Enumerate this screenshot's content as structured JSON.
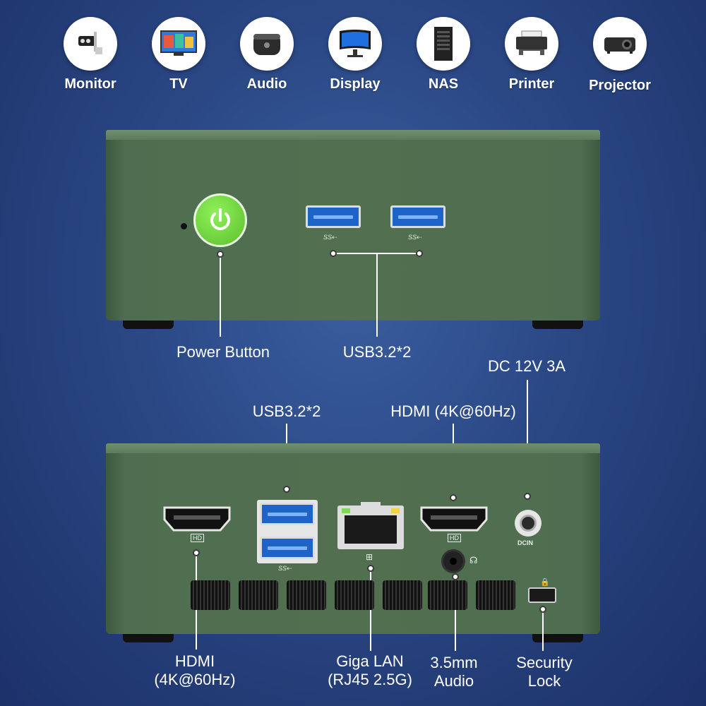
{
  "devices": [
    {
      "label": "Monitor",
      "icon": "camera-icon"
    },
    {
      "label": "TV",
      "icon": "tv-icon"
    },
    {
      "label": "Audio",
      "icon": "speaker-icon"
    },
    {
      "label": "Display",
      "icon": "display-icon"
    },
    {
      "label": "NAS",
      "icon": "nas-icon"
    },
    {
      "label": "Printer",
      "icon": "printer-icon"
    },
    {
      "label": "Projector",
      "icon": "projector-icon"
    }
  ],
  "front_panel": {
    "power_label": "Power Button",
    "usb_label": "USB3.2*2"
  },
  "back_panel": {
    "dc_label": "DC 12V 3A",
    "usb_label": "USB3.2*2",
    "hdmi_top_label": "HDMI (4K@60Hz)",
    "hdmi_left_label_1": "HDMI",
    "hdmi_left_label_2": "(4K@60Hz)",
    "lan_label_1": "Giga LAN",
    "lan_label_2": "(RJ45 2.5G)",
    "audio_label_1": "3.5mm",
    "audio_label_2": "Audio",
    "lock_label_1": "Security",
    "lock_label_2": "Lock",
    "dcin_mark": "DCIN",
    "hd_mark": "HD"
  },
  "colors": {
    "case_green": "#52704f",
    "power_green": "#6fd63a",
    "usb_blue": "#1e63c8",
    "background": "#2a4784"
  }
}
